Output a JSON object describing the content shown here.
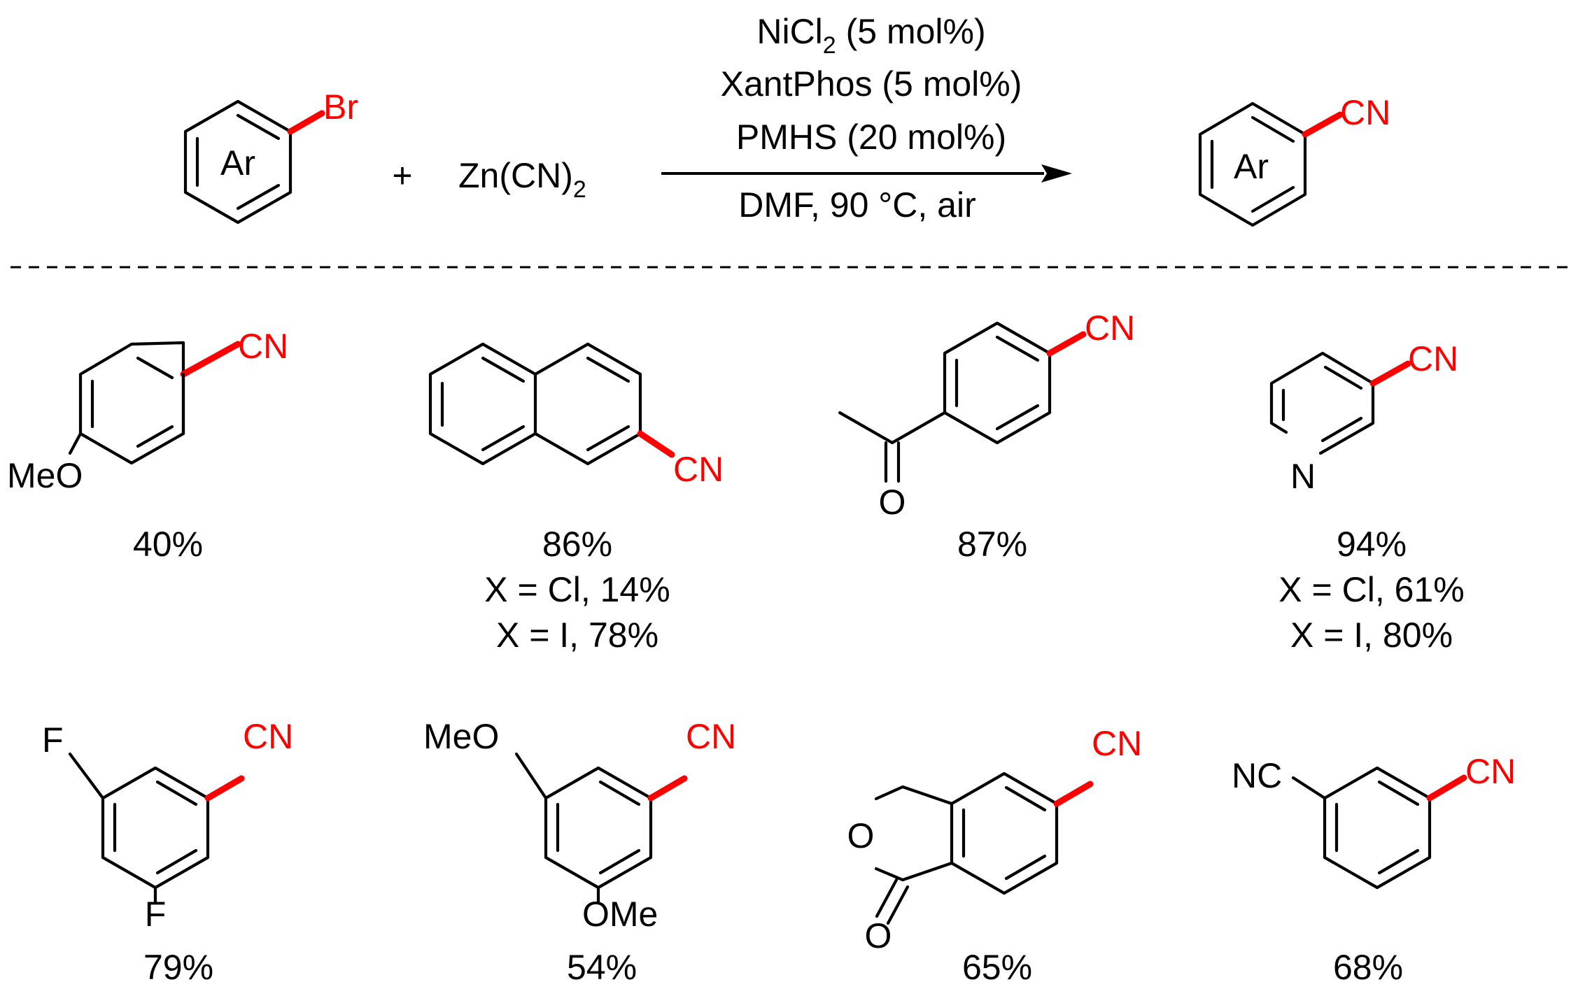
{
  "colors": {
    "highlight": "#ff0000",
    "ink": "#000000"
  },
  "reaction": {
    "ar": "Ar",
    "br": "Br",
    "plus": "+",
    "reagent": "Zn(CN)",
    "reagent_sub": "2",
    "cond1_main": "NiCl",
    "cond1_sub": "2",
    "cond1_rest": " (5 mol%)",
    "cond2": "XantPhos (5 mol%)",
    "cond3": "PMHS (20 mol%)",
    "cond4": "DMF, 90 °C, air",
    "cn": "CN"
  },
  "products": [
    {
      "groups": [
        "MeO",
        "CN"
      ],
      "yields": [
        "40%"
      ]
    },
    {
      "groups": [
        "CN"
      ],
      "yields": [
        "86%",
        "X = Cl, 14%",
        "X = I, 78%"
      ]
    },
    {
      "groups": [
        "O",
        "CN"
      ],
      "yields": [
        "87%"
      ]
    },
    {
      "groups": [
        "N",
        "CN"
      ],
      "yields": [
        "94%",
        "X = Cl, 61%",
        "X = I, 80%"
      ]
    },
    {
      "groups": [
        "F",
        "F",
        "CN"
      ],
      "yields": [
        "79%"
      ]
    },
    {
      "groups": [
        "MeO",
        "OMe",
        "CN"
      ],
      "yields": [
        "54%"
      ]
    },
    {
      "groups": [
        "O",
        "O",
        "CN"
      ],
      "yields": [
        "65%"
      ]
    },
    {
      "groups": [
        "NC",
        "CN"
      ],
      "yields": [
        "68%"
      ]
    }
  ]
}
